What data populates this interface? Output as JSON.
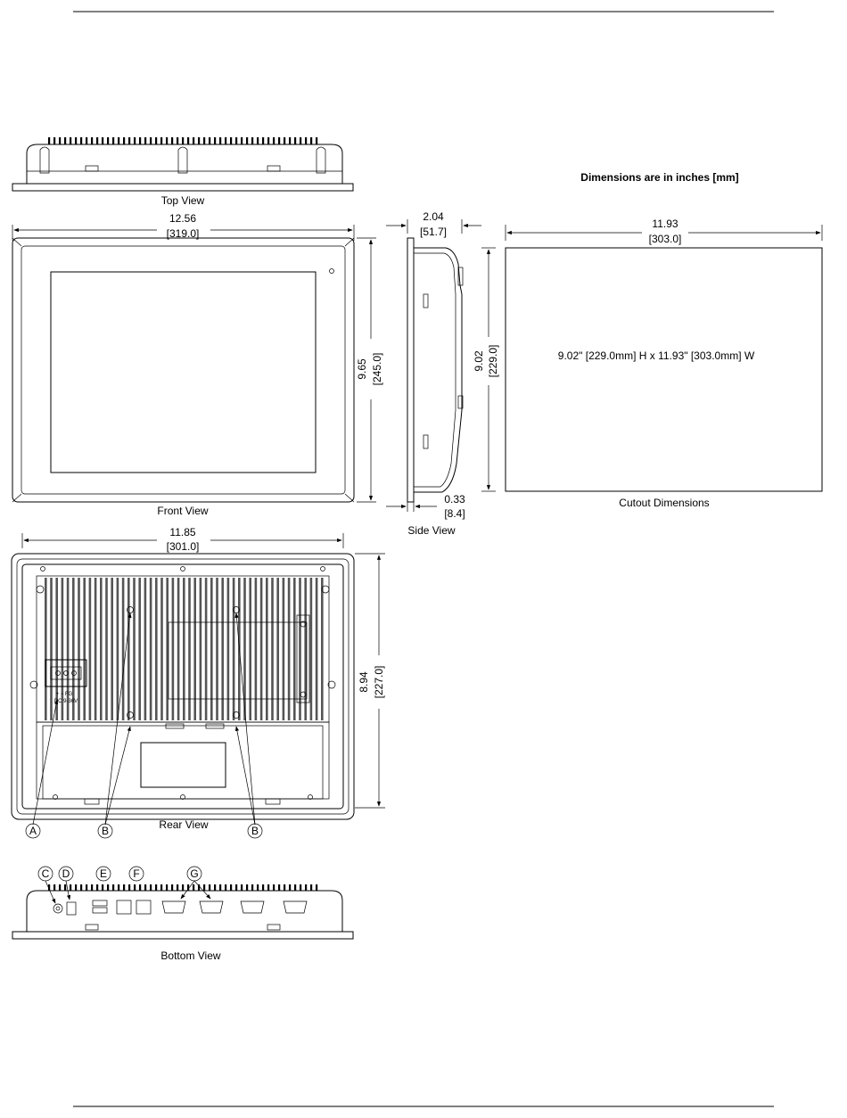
{
  "note": "Dimensions are in inches [mm]",
  "views": {
    "top": "Top View",
    "front": "Front View",
    "side": "Side View",
    "cutout": "Cutout Dimensions",
    "rear": "Rear View",
    "bottom": "Bottom View"
  },
  "dims": {
    "front_width_in": "12.56",
    "front_width_mm": "[319.0]",
    "front_height_in": "9.65",
    "front_height_mm": "[245.0]",
    "side_depth_in": "2.04",
    "side_depth_mm": "[51.7]",
    "bezel_in": "0.33",
    "bezel_mm": "[8.4]",
    "cutout_width_in": "11.93",
    "cutout_width_mm": "[303.0]",
    "cutout_height_in": "9.02",
    "cutout_height_mm": "[229.0]",
    "cutout_text": "9.02\" [229.0mm] H x 11.93\" [303.0mm] W",
    "rear_width_in": "11.85",
    "rear_width_mm": "[301.0]",
    "rear_height_in": "8.94",
    "rear_height_mm": "[227.0]"
  },
  "power_label": {
    "line1": "+ − FG",
    "line2": "DC 9-36V"
  },
  "callouts": {
    "a": "A",
    "b": "B",
    "c": "C",
    "d": "D",
    "e": "E",
    "f": "F",
    "g": "G"
  }
}
